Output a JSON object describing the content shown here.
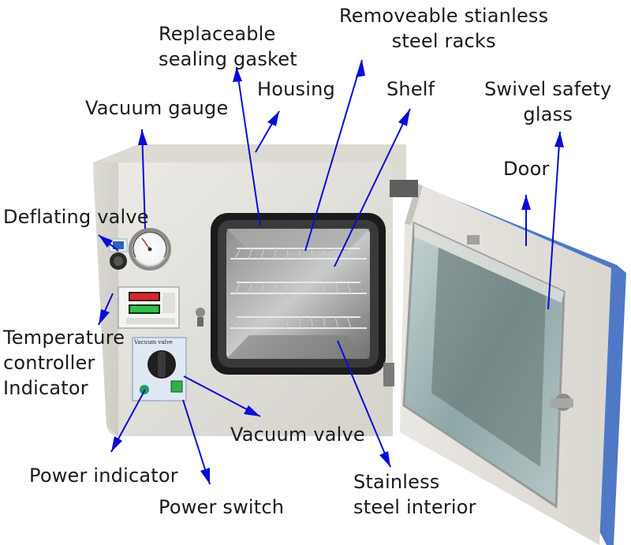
{
  "labels": {
    "removeable_racks": [
      "Removeable stianless",
      "steel racks"
    ],
    "replaceable_gasket": [
      "Replaceable",
      "sealing gasket"
    ],
    "housing": "Housing",
    "shelf": "Shelf",
    "swivel_glass": [
      "Swivel safety",
      "glass"
    ],
    "vacuum_gauge": "Vacuum gauge",
    "door": "Door",
    "deflating_valve": "Deflating valve",
    "temperature_controller": [
      "Temperature",
      "controller",
      "Indicator"
    ],
    "vacuum_valve": "Vacuum valve",
    "power_indicator": "Power indicator",
    "power_switch": "Power switch",
    "stainless_interior": [
      "Stainless",
      "steel interior"
    ]
  },
  "panel_text": {
    "vacuum_valve_plate": "Vacuum valve"
  },
  "colors": {
    "arrow": "#0a0ad8",
    "housing": "#e4e2dc",
    "door_trim": "#4f79c6",
    "gasket": "#1b1b1b",
    "window_glass": "#9fb6b8",
    "display": "#d8262a",
    "power_switch": "#2fb04a"
  },
  "icons": [
    "vacuum-gauge-dial",
    "deflating-valve-knob",
    "temperature-display",
    "vacuum-valve-knob",
    "power-switch",
    "power-indicator-light",
    "door-handle",
    "door-hinge"
  ]
}
